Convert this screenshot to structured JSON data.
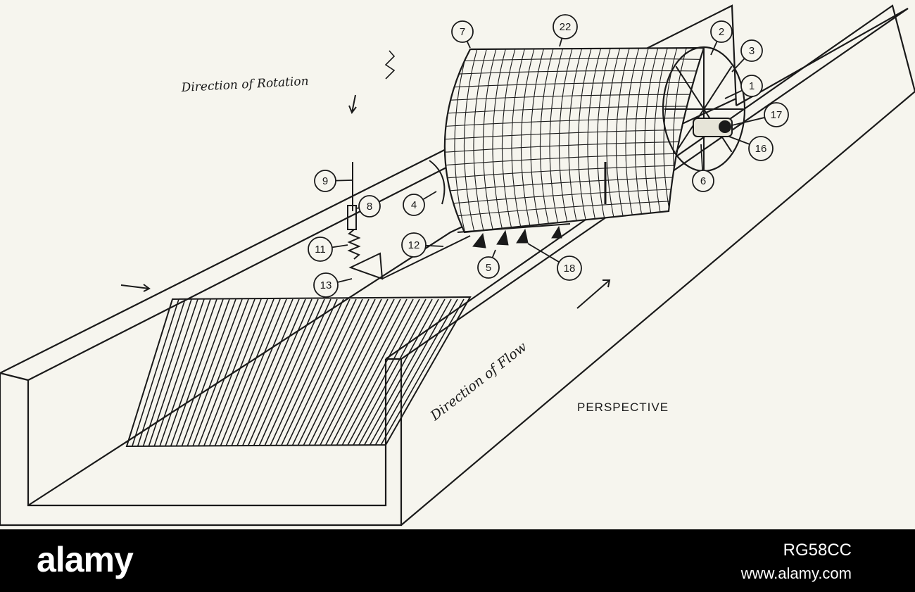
{
  "diagram": {
    "view_label": "PERSPECTIVE",
    "rotation_label": "Direction of Rotation",
    "flow_label": "Direction of Flow",
    "callouts": [
      "7",
      "22",
      "2",
      "3",
      "1",
      "17",
      "16",
      "6",
      "9",
      "8",
      "4",
      "11",
      "12",
      "5",
      "18",
      "13"
    ]
  },
  "footer": {
    "brand": "alamy",
    "image_id": "RG58CC",
    "site": "www.alamy.com"
  },
  "colors": {
    "paper": "#f6f5ee",
    "ink": "#1a1a1a",
    "footer": "#000000"
  }
}
